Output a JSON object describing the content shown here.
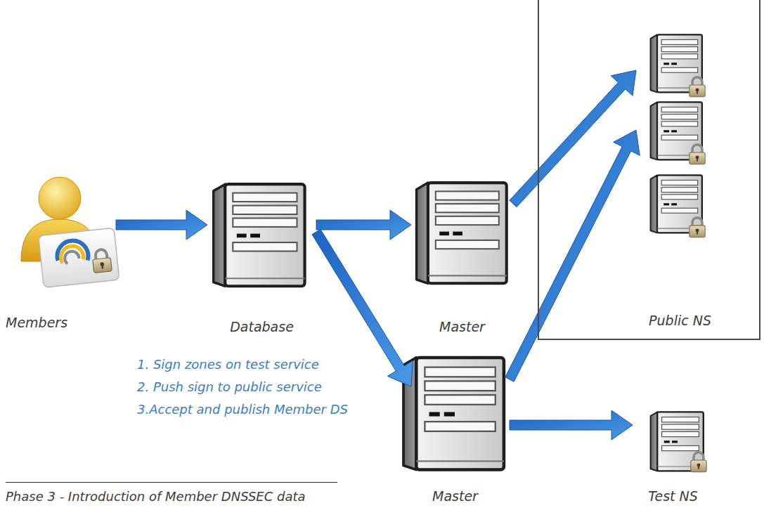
{
  "diagram": {
    "caption": "Phase 3 - Introduction of Member DNSSEC data",
    "nodes": [
      {
        "text": [
          "Members"
        ]
      },
      {
        "text": [
          "Database"
        ]
      },
      {
        "text": [
          "Master"
        ]
      },
      {
        "text": [
          "Public NS"
        ]
      },
      {
        "text": [
          "Master"
        ]
      },
      {
        "text": [
          "Test NS"
        ]
      }
    ],
    "edges": [
      {
        "from": 0,
        "to": 1,
        "arrow": "to"
      },
      {
        "from": 1,
        "to": 2,
        "arrow": "to"
      },
      {
        "from": 1,
        "to": 4,
        "arrow": "to"
      },
      {
        "from": 2,
        "to": 3,
        "arrow": "to"
      },
      {
        "from": 4,
        "to": 3,
        "arrow": "to"
      },
      {
        "from": 4,
        "to": 5,
        "arrow": "to"
      }
    ],
    "labels": [
      "1. Sign zones on test service",
      "2. Push sign to public service",
      "3.Accept and publish Member DS"
    ]
  }
}
